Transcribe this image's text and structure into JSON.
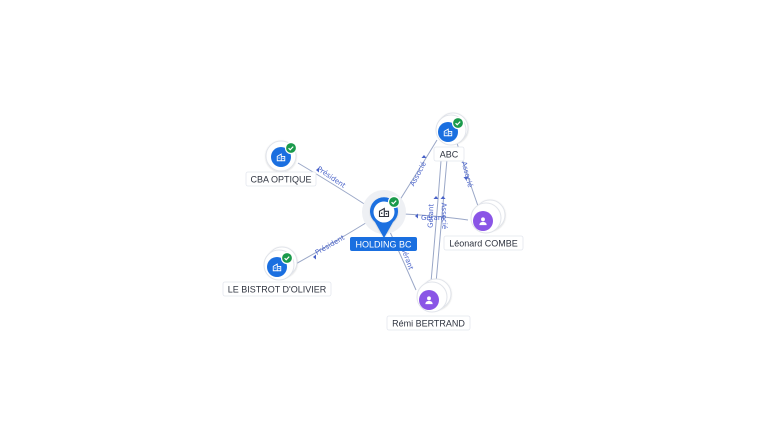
{
  "colors": {
    "company": "#1a6fe0",
    "person": "#8a55e6",
    "verified": "#1a9a4b",
    "edge": "#9aa7c7",
    "edge_label": "#4a63c9"
  },
  "nodes": {
    "holding": {
      "label": "HOLDING BC",
      "icon": "building-icon",
      "verified": true
    },
    "abc": {
      "label": "ABC",
      "icon": "building-icon",
      "verified": true
    },
    "cba": {
      "label": "CBA OPTIQUE",
      "icon": "building-icon",
      "verified": true
    },
    "bistrot": {
      "label": "LE BISTROT D'OLIVIER",
      "icon": "building-icon",
      "verified": true
    },
    "leonard": {
      "label": "Léonard COMBE",
      "icon": "person-icon"
    },
    "remi": {
      "label": "Rémi BERTRAND",
      "icon": "person-icon"
    }
  },
  "edges": {
    "holding_cba": "Président",
    "holding_bistrot": "Président",
    "holding_abc": "Associé",
    "leonard_holding": "Gérant",
    "remi_holding": "Gérant",
    "leonard_abc": "Associé",
    "remi_abc_1": "Gérant",
    "remi_abc_2": "Associé"
  }
}
